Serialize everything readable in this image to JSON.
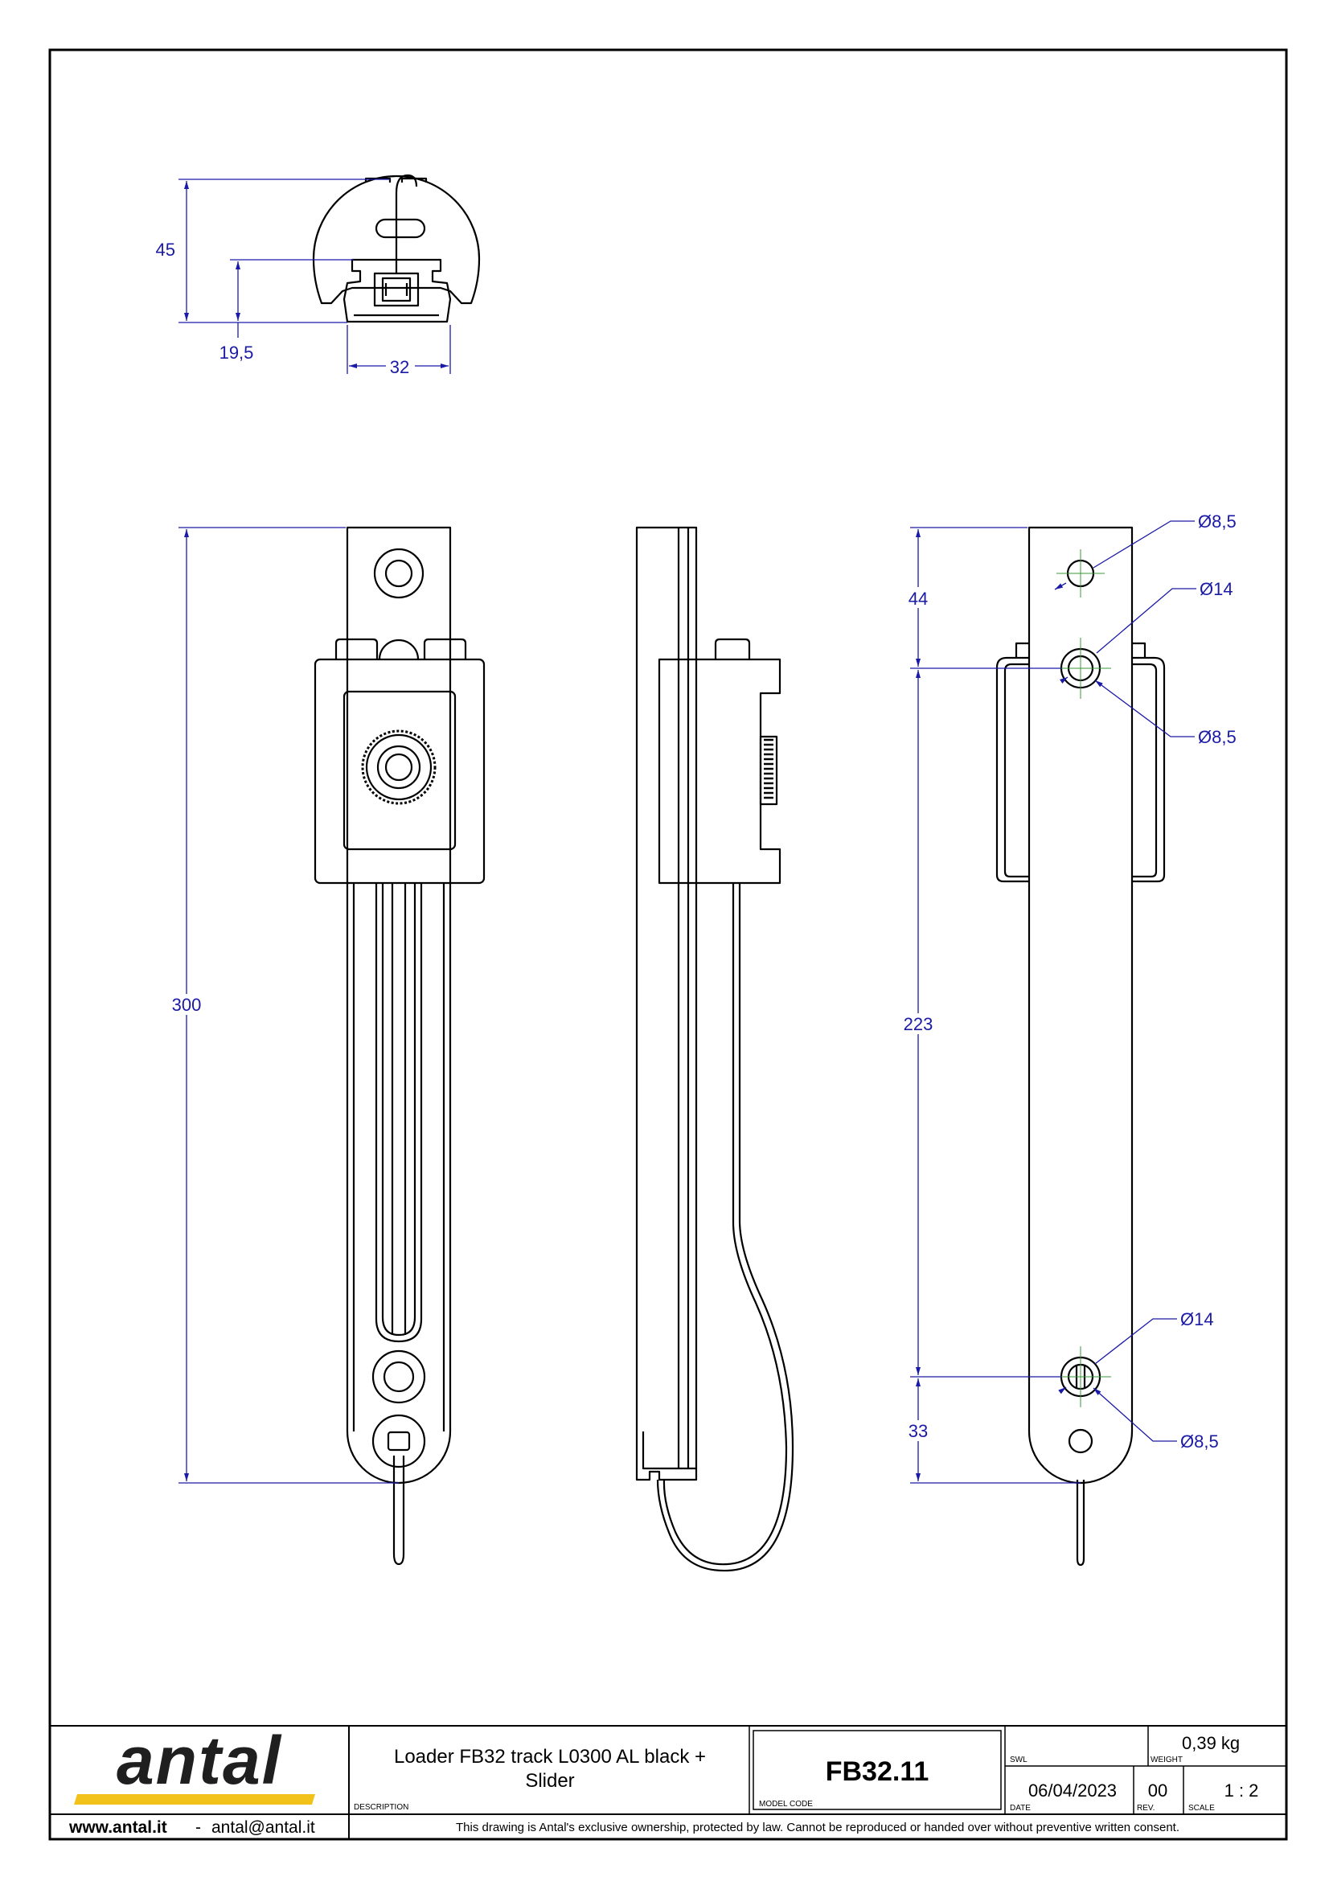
{
  "dimensions": {
    "top_height": "45",
    "top_inner_height": "19,5",
    "top_width": "32",
    "overall_length": "300",
    "hole_top_offset": "44",
    "hole_spacing": "223",
    "hole_bottom_offset": "33",
    "dia_top_hole": "Ø8,5",
    "dia_upper_counterbore": "Ø14",
    "dia_upper_hole": "Ø8,5",
    "dia_lower_counterbore": "Ø14",
    "dia_lower_hole": "Ø8,5"
  },
  "title_block": {
    "logo": "antal",
    "website": "www.antal.it",
    "separator": "-",
    "email": "antal@antal.it",
    "description_line1": "Loader FB32 track L0300 AL black +",
    "description_line2": "Slider",
    "description_label": "DESCRIPTION",
    "model_code": "FB32.11",
    "model_code_label": "MODEL CODE",
    "swl_label": "SWL",
    "swl_value": "",
    "weight_label": "WEIGHT",
    "weight_value": "0,39 kg",
    "date_label": "DATE",
    "date_value": "06/04/2023",
    "rev_label": "REV.",
    "rev_value": "00",
    "scale_label": "SCALE",
    "scale_value": "1 : 2",
    "copyright": "This drawing is Antal's exclusive ownership, protected by law. Cannot be reproduced or handed over without preventive written consent."
  },
  "colors": {
    "line": "#000000",
    "dimension": "#1a1aa6",
    "logo_text": "#1f1f1f",
    "logo_bar": "#f2c21b"
  }
}
